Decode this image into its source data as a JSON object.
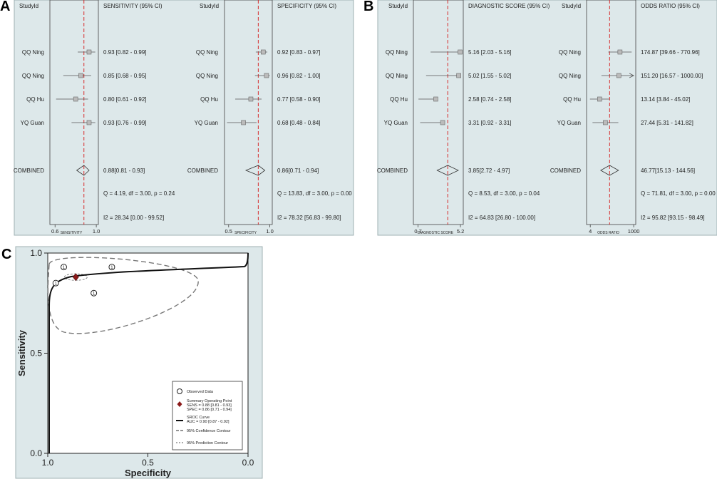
{
  "panels": [
    {
      "letter": "A"
    },
    {
      "letter": "B"
    },
    {
      "letter": "C"
    }
  ],
  "forest_panel_A": {
    "study_header": "StudyId",
    "row_labels": [
      "QQ Ning",
      "QQ Ning",
      "QQ Hu",
      "YQ Guan",
      "COMBINED"
    ],
    "q_text": [
      "Q = 4.19, df = 3.00, p = 0.24",
      "Q = 13.83, df = 3.00, p = 0.00"
    ],
    "i2_text": [
      "I2 = 28.34 [0.00 - 99.52]",
      "I2 = 78.32 [56.83 - 99.80]"
    ]
  },
  "forest_panel_B": {
    "study_header": "StudyId",
    "row_labels": [
      "QQ Ning",
      "QQ Ning",
      "QQ Hu",
      "YQ Guan",
      "COMBINED"
    ],
    "q_text": [
      "Q = 8.53, df = 3.00, p = 0.04",
      "Q = 71.81, df = 3.00, p = 0.00"
    ],
    "i2_text": [
      "I2 = 64.83 [26.80 - 100.00]",
      "I2 = 95.82 [93.15 - 98.49]"
    ]
  },
  "chart_data": [
    {
      "type": "forest",
      "panel": "A",
      "header": "SENSITIVITY (95% CI)",
      "xlabel": "SENSITIVITY",
      "xticks": [
        "0.6",
        "1.0"
      ],
      "xlim": [
        0.55,
        1.02
      ],
      "reference_line": 0.88,
      "studies": [
        {
          "label": "QQ Ning",
          "est": 0.93,
          "lo": 0.82,
          "hi": 0.99,
          "text": "0.93 [0.82 - 0.99]"
        },
        {
          "label": "QQ Ning",
          "est": 0.85,
          "lo": 0.68,
          "hi": 0.95,
          "text": "0.85 [0.68 - 0.95]"
        },
        {
          "label": "QQ Hu",
          "est": 0.8,
          "lo": 0.61,
          "hi": 0.92,
          "text": "0.80 [0.61 - 0.92]"
        },
        {
          "label": "YQ Guan",
          "est": 0.93,
          "lo": 0.76,
          "hi": 0.99,
          "text": "0.93 [0.76 - 0.99]"
        }
      ],
      "combined": {
        "est": 0.88,
        "lo": 0.81,
        "hi": 0.93,
        "text": "0.88[0.81 - 0.93]"
      }
    },
    {
      "type": "forest",
      "panel": "A",
      "header": "SPECIFICITY (95% CI)",
      "xlabel": "SPECIFICITY",
      "xticks": [
        "0.5",
        "1.0"
      ],
      "xlim": [
        0.45,
        1.03
      ],
      "reference_line": 0.86,
      "studies": [
        {
          "label": "QQ Ning",
          "est": 0.92,
          "lo": 0.83,
          "hi": 0.97,
          "text": "0.92 [0.83 - 0.97]"
        },
        {
          "label": "QQ Ning",
          "est": 0.96,
          "lo": 0.82,
          "hi": 1.0,
          "text": "0.96 [0.82 - 1.00]"
        },
        {
          "label": "QQ Hu",
          "est": 0.77,
          "lo": 0.58,
          "hi": 0.9,
          "text": "0.77 [0.58 - 0.90]"
        },
        {
          "label": "YQ Guan",
          "est": 0.68,
          "lo": 0.48,
          "hi": 0.84,
          "text": "0.68 [0.48 - 0.84]"
        }
      ],
      "combined": {
        "est": 0.86,
        "lo": 0.71,
        "hi": 0.94,
        "text": "0.86[0.71 - 0.94]"
      }
    },
    {
      "type": "forest",
      "panel": "B",
      "header": "DIAGNOSTIC SCORE (95% CI)",
      "xlabel": "DIAGNOSTIC SCORE",
      "xticks": [
        "0.7",
        "5.2"
      ],
      "xlim": [
        0.2,
        5.5
      ],
      "reference_line": 3.85,
      "studies": [
        {
          "label": "QQ Ning",
          "est": 5.16,
          "lo": 2.03,
          "hi": 5.16,
          "text": "5.16 [2.03 - 5.16]"
        },
        {
          "label": "QQ Ning",
          "est": 5.02,
          "lo": 1.55,
          "hi": 5.02,
          "text": "5.02 [1.55 - 5.02]"
        },
        {
          "label": "QQ Hu",
          "est": 2.58,
          "lo": 0.74,
          "hi": 2.58,
          "text": "2.58 [0.74 - 2.58]"
        },
        {
          "label": "YQ Guan",
          "est": 3.31,
          "lo": 0.92,
          "hi": 3.31,
          "text": "3.31 [0.92 - 3.31]"
        }
      ],
      "combined": {
        "est": 3.85,
        "lo": 2.72,
        "hi": 4.97,
        "text": "3.85[2.72 - 4.97]"
      }
    },
    {
      "type": "forest",
      "panel": "B",
      "header": "ODDS RATIO (95% CI)",
      "xlabel": "ODDS RATIO",
      "xticks": [
        "4",
        "1000"
      ],
      "xscale": "log",
      "xlim": [
        2.5,
        1300
      ],
      "reference_line": 46.77,
      "studies": [
        {
          "label": "QQ Ning",
          "est": 174.87,
          "lo": 39.66,
          "hi": 770.96,
          "text": "174.87 [39.66 - 770.96]"
        },
        {
          "label": "QQ Ning",
          "est": 151.2,
          "lo": 16.57,
          "hi": 1000.0,
          "text": "151.20 [16.57 - 1000.00]",
          "arrow": true
        },
        {
          "label": "QQ Hu",
          "est": 13.14,
          "lo": 3.84,
          "hi": 45.02,
          "text": "13.14 [3.84 - 45.02]"
        },
        {
          "label": "YQ Guan",
          "est": 27.44,
          "lo": 5.31,
          "hi": 141.82,
          "text": "27.44 [5.31 - 141.82]"
        }
      ],
      "combined": {
        "est": 46.77,
        "lo": 15.13,
        "hi": 144.56,
        "text": "46.77[15.13 - 144.56]"
      }
    },
    {
      "type": "scatter",
      "panel": "C",
      "xlabel": "Specificity",
      "ylabel": "Sensitivity",
      "xlim": [
        1.0,
        0.0
      ],
      "ylim": [
        0.0,
        1.0
      ],
      "xticks": [
        "1.0",
        "0.5",
        "0.0"
      ],
      "yticks": [
        "0.0",
        "0.5",
        "1.0"
      ],
      "observed": [
        {
          "spec": 0.92,
          "sens": 0.93
        },
        {
          "spec": 0.96,
          "sens": 0.85
        },
        {
          "spec": 0.77,
          "sens": 0.8
        },
        {
          "spec": 0.68,
          "sens": 0.93
        }
      ],
      "summary_point": {
        "spec": 0.86,
        "sens": 0.88
      },
      "legend": [
        {
          "kind": "observed",
          "label": "Observed Data"
        },
        {
          "kind": "summary",
          "label": "Summary Operating Point",
          "sub": [
            "SENS = 0.88 [0.81 - 0.93]",
            "SPEC = 0.86 [0.71 - 0.94]"
          ]
        },
        {
          "kind": "sroc",
          "label": "SROC Curve",
          "sub": [
            "AUC = 0.90 [0.87 - 0.92]"
          ]
        },
        {
          "kind": "conf",
          "label": "95% Confidence Contour"
        },
        {
          "kind": "pred",
          "label": "95% Prediction Contour"
        }
      ],
      "colors": {
        "summary": "#8b1a1a",
        "frame_bg": "#dde8ea"
      }
    }
  ]
}
